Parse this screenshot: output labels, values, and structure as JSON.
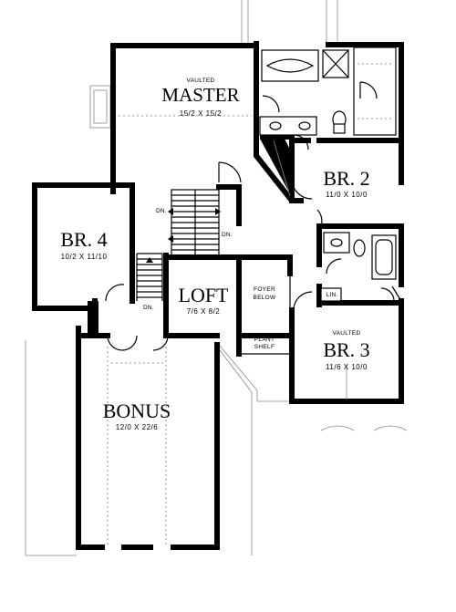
{
  "rooms": {
    "master": {
      "note": "VAULTED",
      "name": "MASTER",
      "dims": "15/2  X  15/2"
    },
    "br2": {
      "name": "BR. 2",
      "dims": "11/0  X  10/0"
    },
    "br4": {
      "name": "BR. 4",
      "dims": "10/2  X  11/10"
    },
    "loft": {
      "name": "LOFT",
      "dims": "7/6  X  8/2"
    },
    "br3": {
      "note": "VAULTED",
      "name": "BR. 3",
      "dims": "11/6  X  10/0"
    },
    "bonus": {
      "name": "BONUS",
      "dims": "12/0  X  22/6"
    }
  },
  "labels": {
    "foyer_line1": "FOYER",
    "foyer_line2": "BELOW",
    "plant_line1": "PLANT",
    "plant_line2": "SHELF",
    "linen": "LIN.",
    "down": "DN."
  }
}
